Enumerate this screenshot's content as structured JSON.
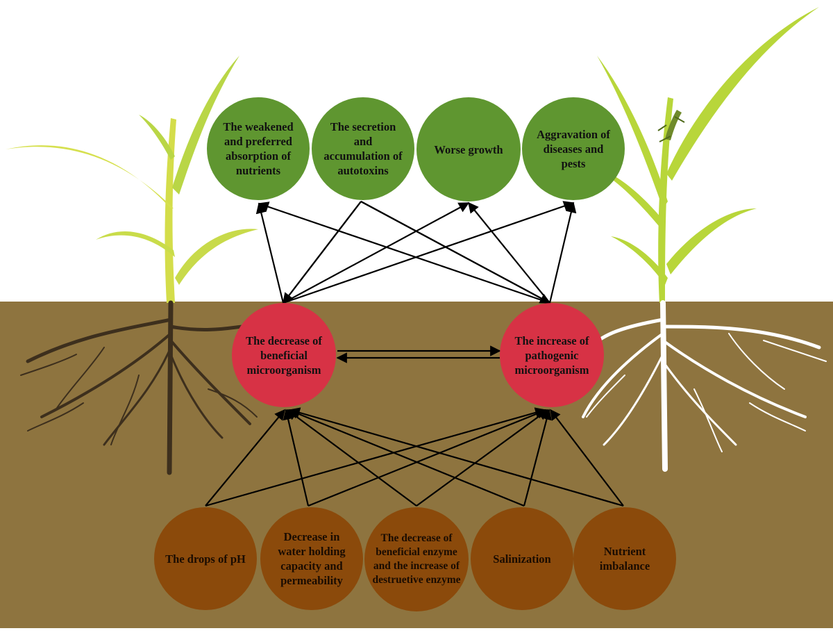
{
  "effects": [
    {
      "id": "absorption",
      "label": "The weakened and preferred absorption of nutrients"
    },
    {
      "id": "autotoxins",
      "label": "The secretion and accumulation of autotoxins"
    },
    {
      "id": "growth",
      "label": "Worse growth"
    },
    {
      "id": "pests",
      "label": "Aggravation of diseases and pests"
    }
  ],
  "microbes": [
    {
      "id": "beneficial",
      "label": "The decrease of beneficial microorganism"
    },
    {
      "id": "pathogenic",
      "label": "The increase of pathogenic microorganism"
    }
  ],
  "soil_factors": [
    {
      "id": "ph",
      "label": "The drops of pH"
    },
    {
      "id": "water",
      "label": "Decrease in water holding capacity and permeability"
    },
    {
      "id": "enzyme",
      "label": "The decrease of beneficial enzyme and the increase of destruetive enzyme"
    },
    {
      "id": "salinization",
      "label": "Salinization"
    },
    {
      "id": "nutrient",
      "label": "Nutrient imbalance"
    }
  ],
  "colors": {
    "soil": "#8e743f",
    "effect_circle": "#5f9630",
    "microbe_circle": "#d73245",
    "factor_circle": "#8b4a0b",
    "healthy_leaf": "#b8d63a",
    "dark_root": "#3d2f1d",
    "white_root": "#ffffff",
    "insect": "#6f8a2a"
  },
  "icons": [
    "left-plant-icon",
    "right-plant-icon",
    "dark-root-system-icon",
    "white-root-system-icon",
    "grasshopper-icon"
  ]
}
